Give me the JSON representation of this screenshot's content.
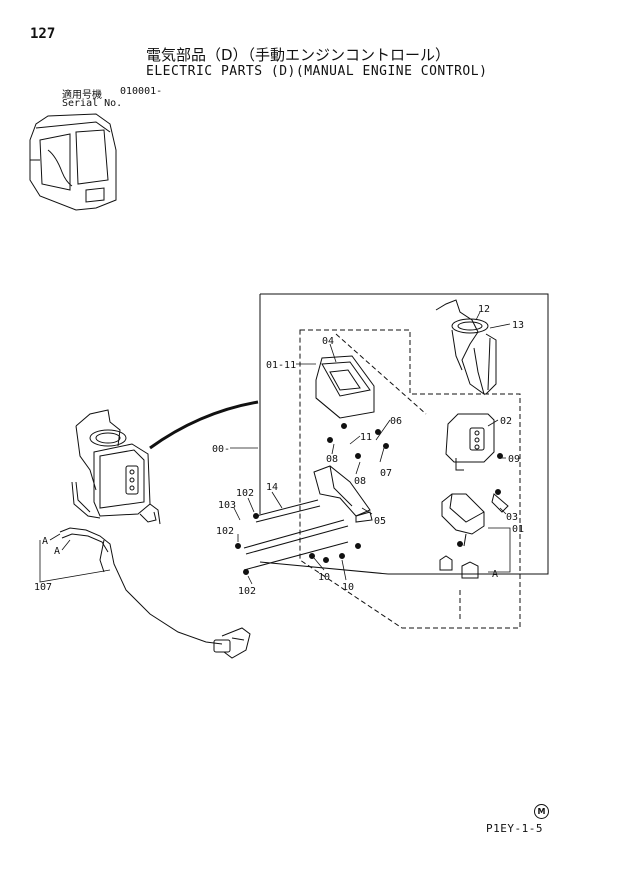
{
  "page": {
    "number": "127",
    "title_jp": "電気部品（D）（手動エンジンコントロール）",
    "title_en": "ELECTRIC PARTS (D)(MANUAL ENGINE CONTROL)",
    "serial_label_jp": "適用号機",
    "serial_value": "010001-",
    "serial_label_en": "Serial No.",
    "doc_code": "P1EY-1-5",
    "mark": "M"
  },
  "callouts": {
    "c12": "12",
    "c13": "13",
    "c04": "04",
    "c01_11": "01-11",
    "c06": "06",
    "c11": "11",
    "c08a": "08",
    "c08b": "08",
    "c07": "07",
    "c02": "02",
    "c09": "09",
    "c00": "00-",
    "c14": "14",
    "c102a": "102",
    "c103": "103",
    "c102b": "102",
    "c05": "05",
    "c03": "03",
    "c01": "01",
    "c10a": "10",
    "c10b": "10",
    "c102c": "102",
    "cA_right": "A",
    "cA1": "A",
    "cA2": "A",
    "c107": "107"
  }
}
